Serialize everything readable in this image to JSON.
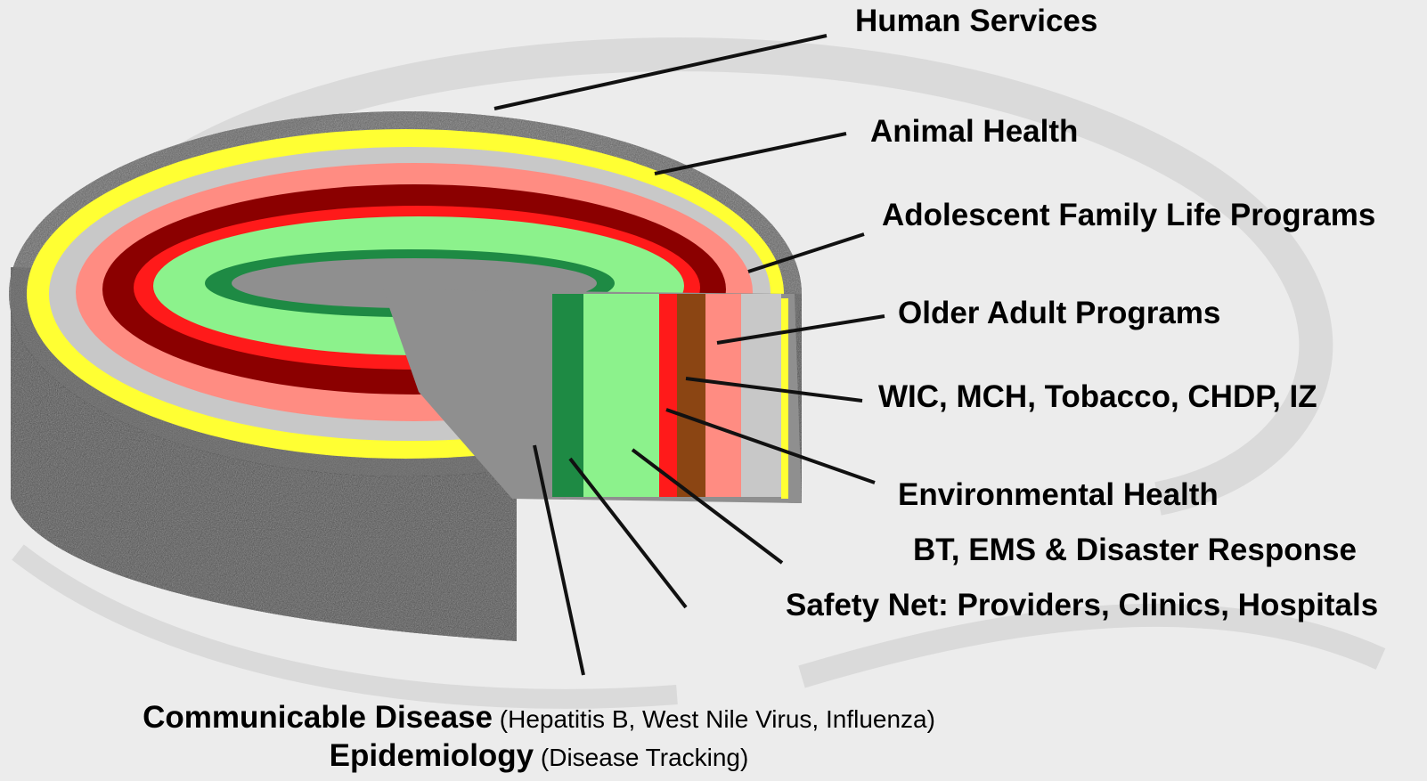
{
  "layers": [
    {
      "id": "human-services",
      "label": "Human Services",
      "color": "#9a9a9a"
    },
    {
      "id": "animal-health",
      "label": "Animal Health",
      "color": "#ffff33"
    },
    {
      "id": "adolescent-family-life",
      "label": "Adolescent Family Life Programs",
      "color": "#c8c8c8"
    },
    {
      "id": "older-adult",
      "label": "Older Adult Programs",
      "color": "#ff8c82"
    },
    {
      "id": "wic-mch",
      "label": "WIC, MCH, Tobacco, CHDP, IZ",
      "color": "#8b4513"
    },
    {
      "id": "environmental-health",
      "label": "Environmental Health",
      "color": "#ff1a1a"
    },
    {
      "id": "bt-ems",
      "label": "BT, EMS & Disaster Response",
      "color": "#8cf28c"
    },
    {
      "id": "safety-net",
      "label": "Safety Net: Providers, Clinics, Hospitals",
      "color": "#1e8a44"
    }
  ],
  "core": {
    "color": "#8f8f8f"
  },
  "bottom": [
    {
      "id": "communicable-disease",
      "main": "Communicable Disease",
      "sub": " (Hepatitis B, West Nile Virus, Influenza)"
    },
    {
      "id": "epidemiology",
      "main": "Epidemiology",
      "sub": " (Disease Tracking)"
    }
  ],
  "accent_colors": {
    "dark_red": "#8b0000",
    "background": "#ececec"
  }
}
